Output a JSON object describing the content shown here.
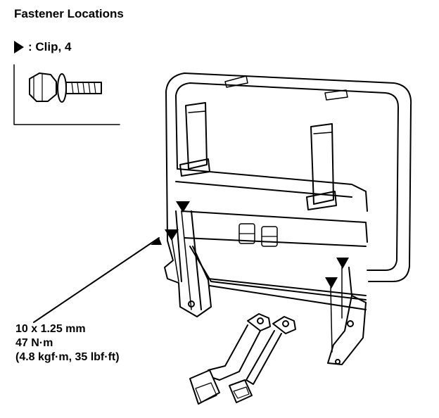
{
  "title": "Fastener Locations",
  "legend": {
    "symbol": "clip-triangle-icon",
    "label": ": Clip, 4"
  },
  "bolt_spec": {
    "size": "10 x 1.25 mm",
    "torque_nm": "47 N·m",
    "torque_alt": "(4.8 kgf·m, 35 lbf·ft)"
  }
}
